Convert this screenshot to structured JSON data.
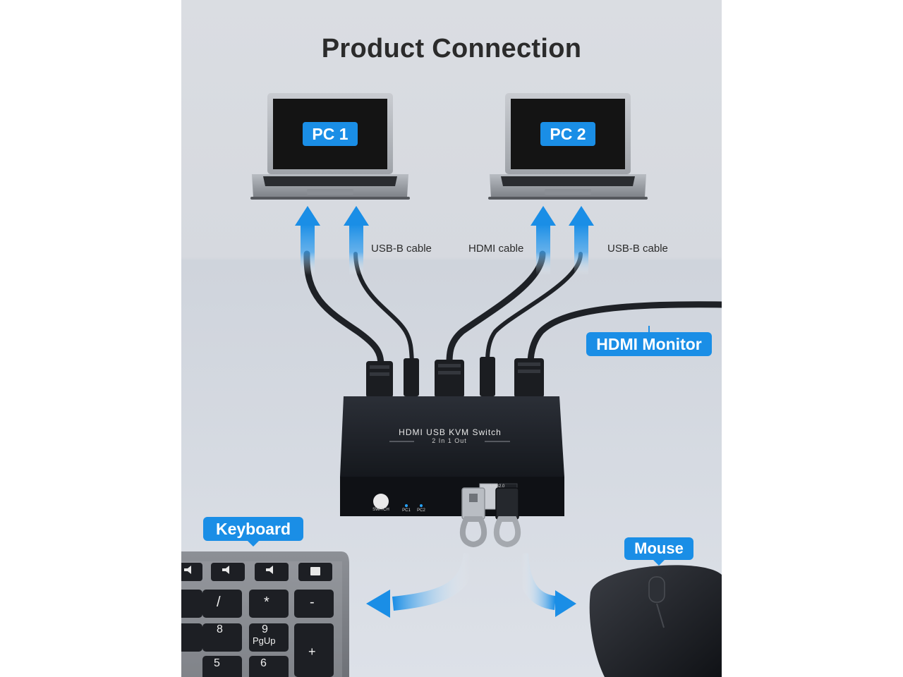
{
  "title": "Product Connection",
  "pc1_label": "PC 1",
  "pc2_label": "PC 2",
  "cable_labels": [
    "USB-B cable",
    "HDMI cable",
    "USB-B cable"
  ],
  "monitor_label": "HDMI Monitor",
  "keyboard_label": "Keyboard",
  "mouse_label": "Mouse",
  "device": {
    "name": "HDMI USB KVM Switch",
    "subtitle": "2 In 1 Out",
    "switch_label": "SWITCH",
    "led_labels": [
      "PC1",
      "PC2"
    ],
    "usb_label": "USB2.0"
  },
  "keyboard_keys": [
    "/",
    "*",
    "-",
    "8",
    "9",
    "PgUp",
    "+",
    "5",
    "6"
  ],
  "colors": {
    "accent": "#1a8ee6",
    "device": "#1c1f26",
    "background": "#d8dce2"
  }
}
